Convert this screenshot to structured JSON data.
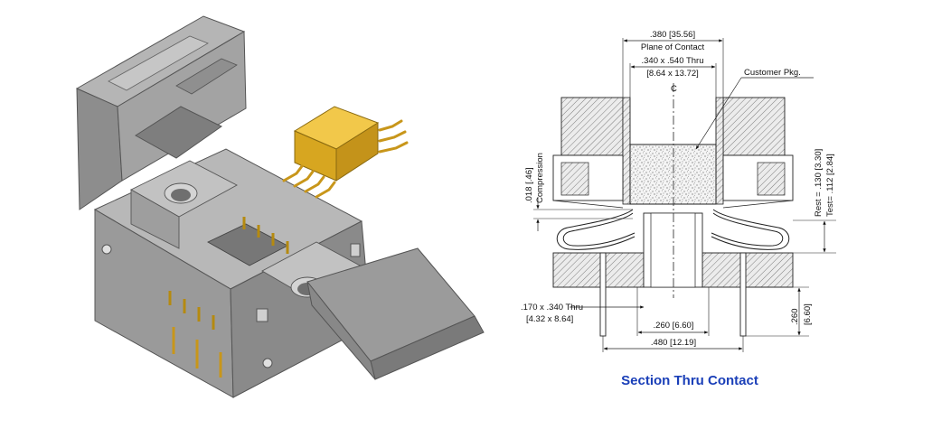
{
  "caption": "Section Thru Contact",
  "colors": {
    "caption": "#1a3fb8",
    "socket_gray": "#9a9a9a",
    "gold": "#e0b024",
    "hatch": "#777777"
  },
  "labels": {
    "plane_width": ".380 [35.56]",
    "plane_label": "Plane of Contact",
    "thru_dim": ".340 x .540  Thru",
    "thru_dim_mm": "[8.64 x 13.72]",
    "centerline": "C",
    "customer_pkg": "Customer Pkg.",
    "compression_val": ".018 [.46]",
    "compression_label": "Compression",
    "rest": "Rest = .130 [3.30]",
    "test": "Test= .112 [2.84]",
    "lower_thru": ".170 x .340 Thru",
    "lower_thru_mm": "[4.32 x 8.64]",
    "inner_width": ".260 [6.60]",
    "outer_width": ".480 [12.19]",
    "pin_len": ".260",
    "pin_len_mm": "[6.60]"
  },
  "icons": {
    "socket": "open-clamshell-test-socket",
    "package": "gold-ic-package",
    "section": "socket-cross-section-drawing"
  }
}
